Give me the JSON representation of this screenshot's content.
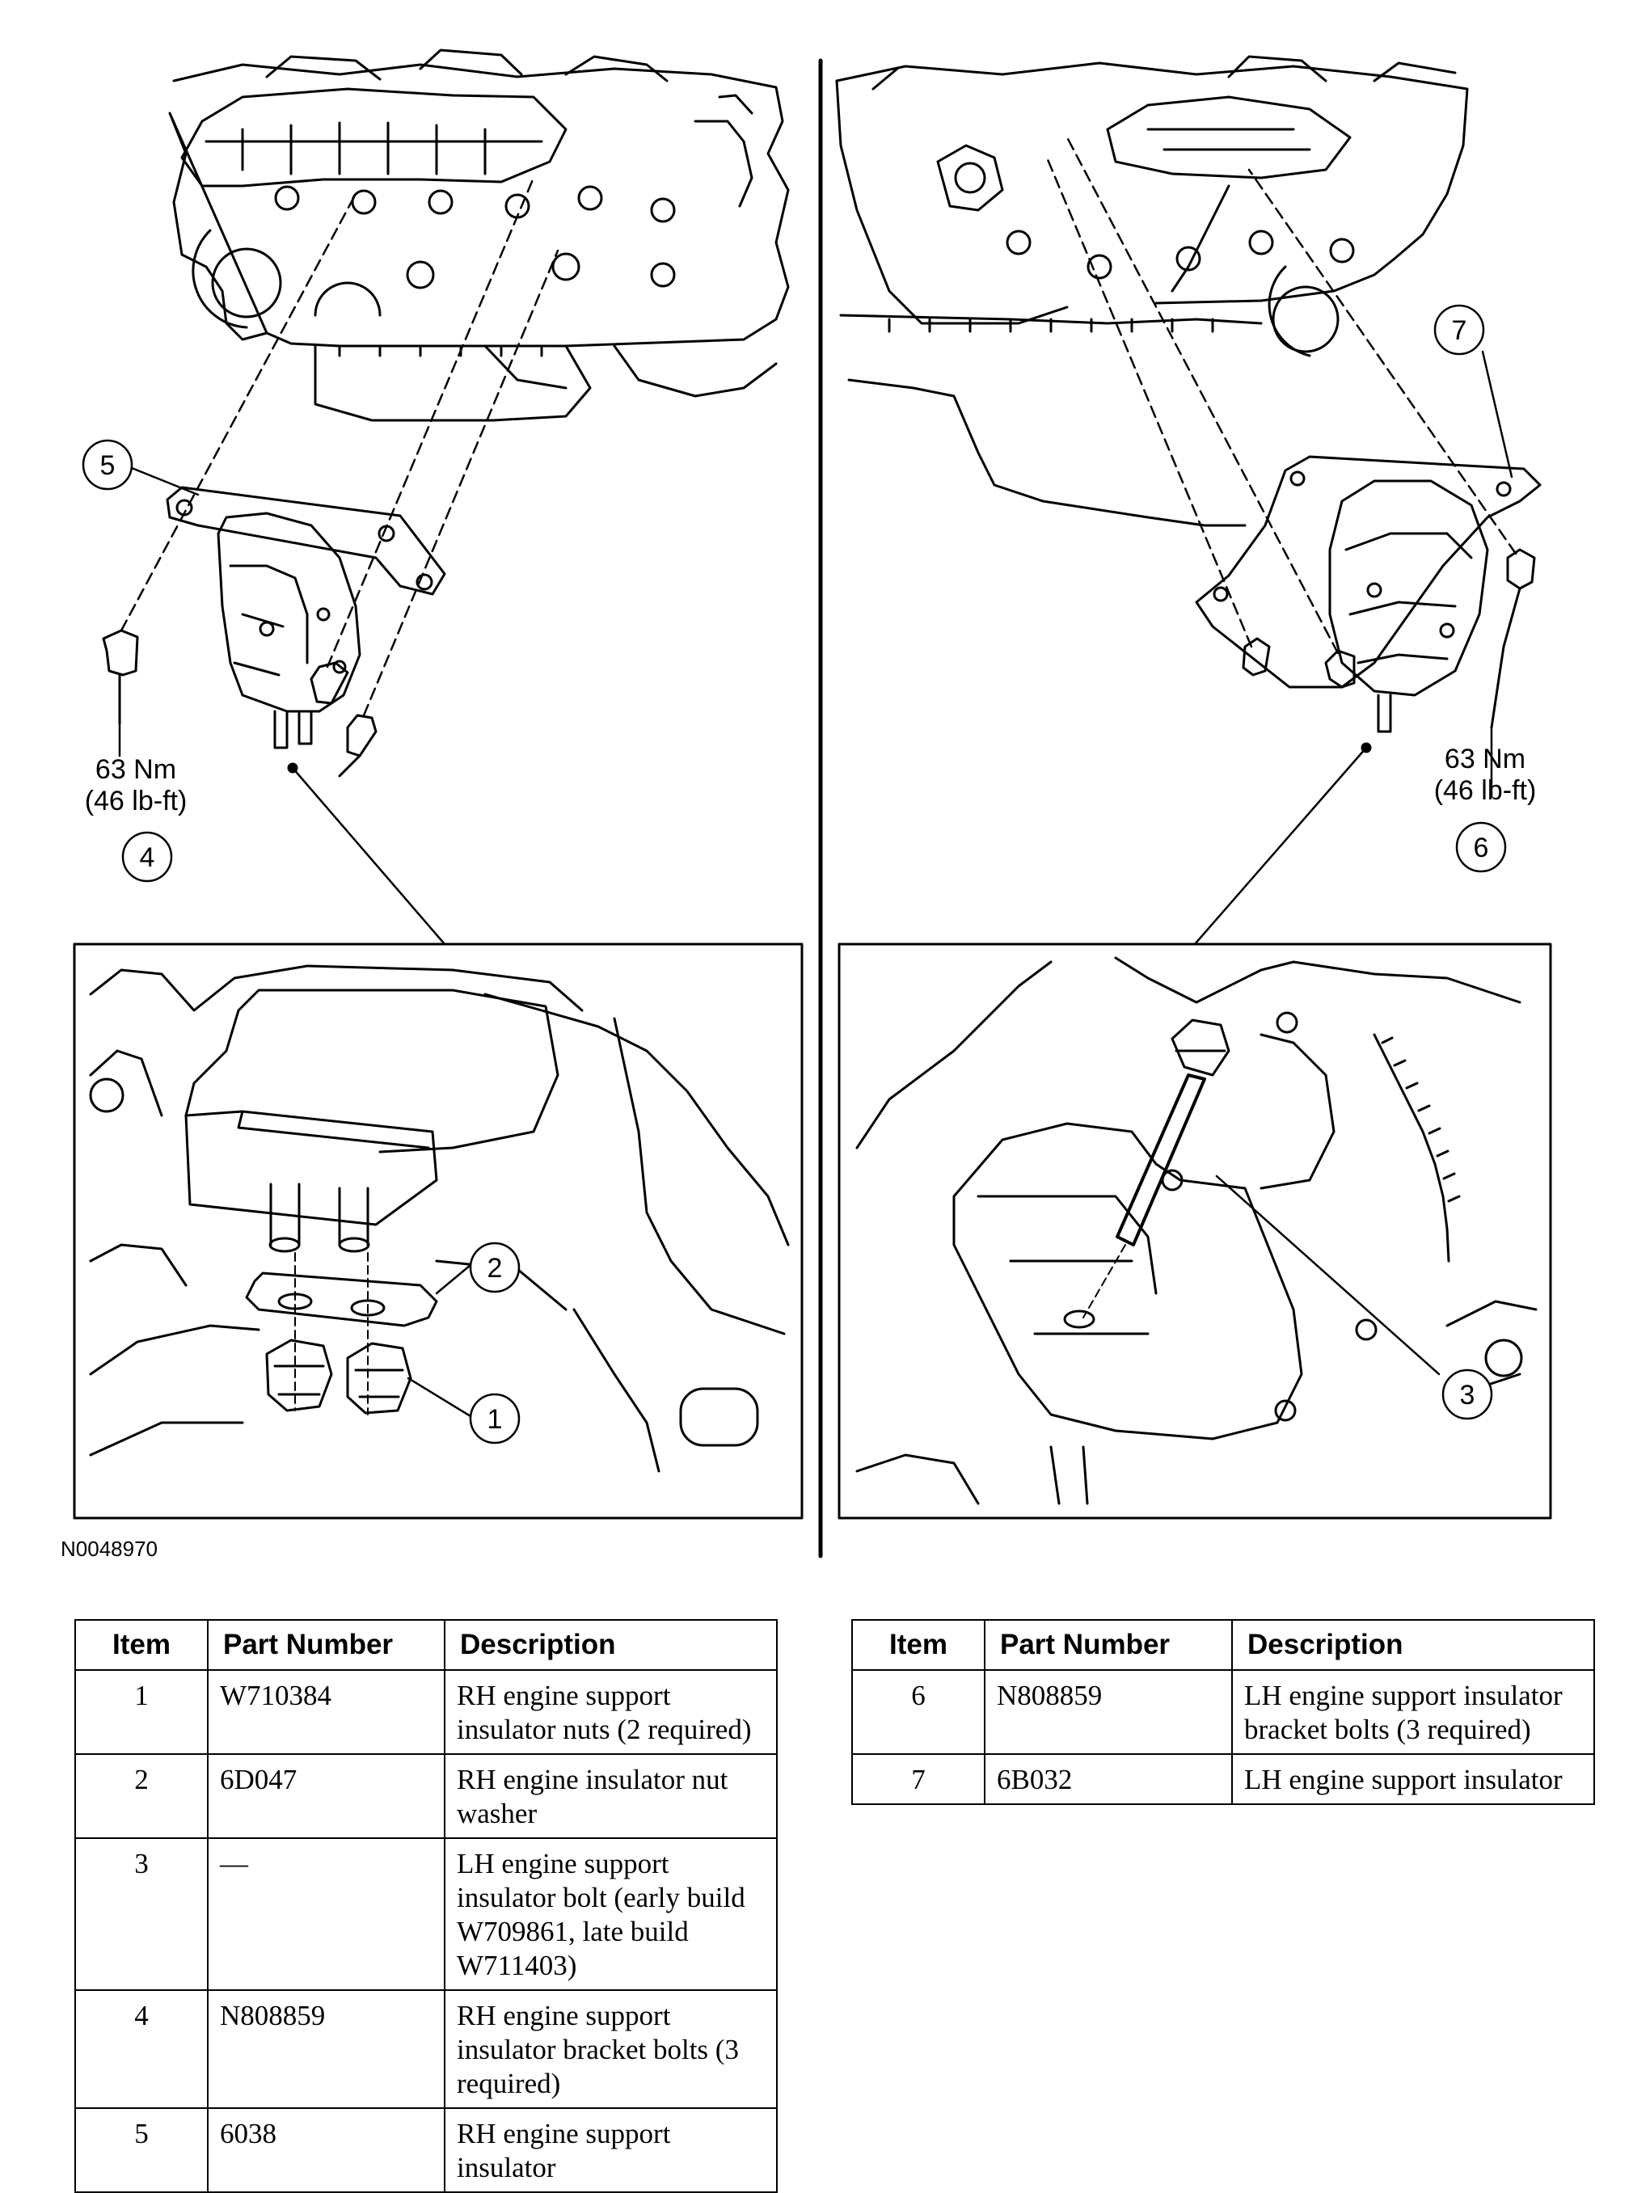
{
  "figure_code": "N0048970",
  "callouts": {
    "c1": "1",
    "c2": "2",
    "c3": "3",
    "c4": "4",
    "c5": "5",
    "c6": "6",
    "c7": "7"
  },
  "torque_left": {
    "metric": "63 Nm",
    "imperial": "(46 lb-ft)"
  },
  "torque_right": {
    "metric": "63 Nm",
    "imperial": "(46 lb-ft)"
  },
  "table_headers": {
    "item": "Item",
    "part_number": "Part Number",
    "description": "Description"
  },
  "table_left_rows": [
    {
      "item": "1",
      "part": "W710384",
      "desc": "RH engine support insulator nuts (2 required)"
    },
    {
      "item": "2",
      "part": "6D047",
      "desc": "RH engine insulator nut washer"
    },
    {
      "item": "3",
      "part": "—",
      "desc": "LH engine support insulator bolt (early build W709861, late build W711403)"
    },
    {
      "item": "4",
      "part": "N808859",
      "desc": "RH engine support insulator bracket bolts (3 required)"
    },
    {
      "item": "5",
      "part": "6038",
      "desc": "RH engine support insulator"
    }
  ],
  "table_right_rows": [
    {
      "item": "6",
      "part": "N808859",
      "desc": "LH engine support insulator bracket bolts (3 required)"
    },
    {
      "item": "7",
      "part": "6B032",
      "desc": "LH engine support insulator"
    }
  ],
  "colors": {
    "line": "#000000",
    "background": "#ffffff"
  }
}
